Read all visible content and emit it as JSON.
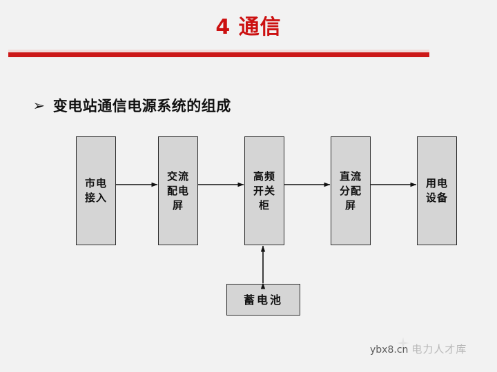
{
  "slide": {
    "title": "4 通信",
    "accent_color": "#cc1818",
    "background_color": "#f2f2f2",
    "bullet": {
      "marker": "➢",
      "text": "变电站通信电源系统的组成"
    }
  },
  "diagram": {
    "box_fill": "#d5d5d5",
    "box_border": "#2b2b2b",
    "nodes": [
      {
        "id": "mains",
        "label": "市电接入",
        "lines": [
          "市电",
          "接入"
        ]
      },
      {
        "id": "ac_panel",
        "label": "交流配电屏",
        "lines": [
          "交流",
          "配电",
          "屏"
        ]
      },
      {
        "id": "hf_switch",
        "label": "高频开关柜",
        "lines": [
          "高频",
          "开关",
          "柜"
        ]
      },
      {
        "id": "dc_panel",
        "label": "直流分配屏",
        "lines": [
          "直流",
          "分配",
          "屏"
        ]
      },
      {
        "id": "load",
        "label": "用电设备",
        "lines": [
          "用电",
          "设备"
        ]
      },
      {
        "id": "battery",
        "label": "蓄电池",
        "lines": [
          "蓄电池"
        ]
      }
    ],
    "edges": [
      {
        "from": "mains",
        "to": "ac_panel",
        "style": "single"
      },
      {
        "from": "ac_panel",
        "to": "hf_switch",
        "style": "single"
      },
      {
        "from": "hf_switch",
        "to": "dc_panel",
        "style": "single"
      },
      {
        "from": "dc_panel",
        "to": "load",
        "style": "single"
      },
      {
        "from": "battery",
        "to": "hf_switch",
        "style": "double"
      }
    ]
  },
  "watermark": {
    "domain": "ybx8.cn",
    "name": "电力人才库"
  }
}
